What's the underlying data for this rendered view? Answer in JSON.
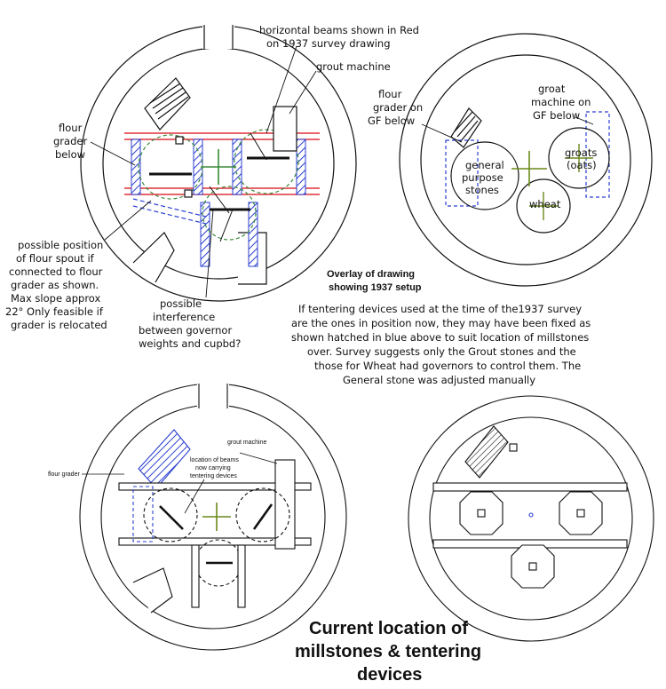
{
  "labels": {
    "beams_red": [
      "horizontal beams shown in Red",
      "on 1937 survey drawing"
    ],
    "grout_machine_tl": "grout machine",
    "flour_grader_below": [
      "flour",
      "grader",
      "below"
    ],
    "flour_grader_gf": [
      "flour",
      "grader on",
      "GF below"
    ],
    "groat_machine": [
      "groat",
      "machine on",
      "GF below"
    ],
    "general_stones": [
      "general",
      "purpose",
      "stones"
    ],
    "groats": [
      "groats",
      "(oats)"
    ],
    "wheat": "wheat",
    "spout_note": [
      "possible position",
      "of flour spout if",
      "connected to flour",
      "grader as shown.",
      "Max slope approx",
      "22° Only feasible if",
      "grader is relocated"
    ],
    "interference_note": [
      "possible",
      "interference",
      "between governor",
      "weights and cupbd?"
    ],
    "overlay_heading": [
      "Overlay of drawing",
      "showing 1937 setup"
    ],
    "survey_note": [
      "If tentering devices used at the time of the1937 survey",
      "are the ones in position now, they may have been fixed as",
      "shown  hatched in blue above to suit location of millstones",
      "over. Survey suggests only the Grout stones and the",
      "those for Wheat had governors to control them. The",
      "General stone was adjusted manually"
    ],
    "flour_grader_bl": "flour grader",
    "grout_machine_bl": "grout machine",
    "beams_note": [
      "location of beams",
      "now carrying",
      "tentering devices"
    ],
    "main_title": [
      "Current location of",
      "millstones & tentering",
      "devices"
    ]
  },
  "colors": {
    "beam_red": "#e0303a",
    "hatch_blue": "#2a3fd0",
    "green": "#3a8a3a",
    "olive_cross": "#6a8a1a",
    "line": "#111111"
  }
}
